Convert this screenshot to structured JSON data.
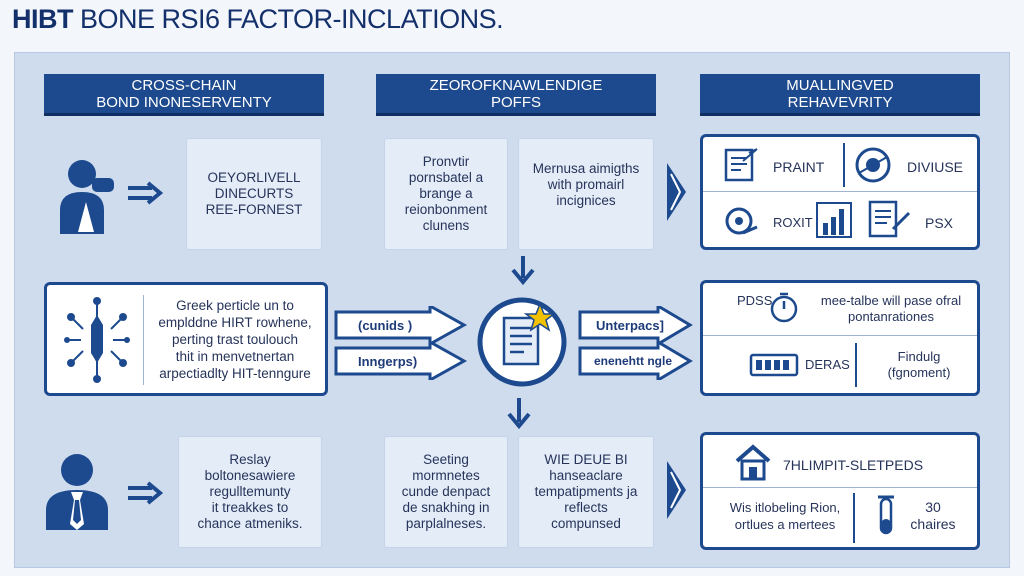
{
  "title": {
    "bold": "HIBT",
    "rest": " BONE RSI6 FACTOR-INCLATIONS."
  },
  "columns": [
    {
      "line1": "CROSS-CHAIN",
      "line2": "BOND INONESERVENTY"
    },
    {
      "line1": "ZEOROFKNAWLENDIGE",
      "line2": "POFFS"
    },
    {
      "line1": "MUALLINGVED",
      "line2": "REHAVEVRITY"
    }
  ],
  "row1": {
    "left_card": [
      "OEYORLIVELL",
      "DINECURTS",
      "REE-FORNEST"
    ],
    "mid_card_a": [
      "Pronvtir",
      "pornsbatel a",
      "brange a",
      "reionbonment",
      "clunens"
    ],
    "mid_card_b": [
      "Mernusa aimigths",
      "with promairl",
      "incignices"
    ],
    "right": {
      "item1": "PRAINT",
      "item2": "DIVIUSE",
      "item3": "ROXIT",
      "item4": "PSX"
    }
  },
  "row2": {
    "left_box": [
      "Greek perticle un to",
      "emplddne HIRT rowhene,",
      "perting trast toulouch",
      "thit in menvetnertan",
      "arpectiadlty HIT-tenngure"
    ],
    "arrow_labels_left": [
      "(cunids )",
      "Inngerps)"
    ],
    "arrow_labels_right": [
      "Unterpacs]",
      "enenehtt ngle"
    ],
    "right_box": {
      "top_prefix": "PDSS",
      "top_text_1": "mee-talbe will pase ofral",
      "top_text_2": "pontanrationes",
      "bottom_left": "DERAS",
      "bottom_right_1": "Findulg",
      "bottom_right_2": "(fgnoment)"
    }
  },
  "row3": {
    "left_card": [
      "Reslay",
      "boltonesawiere",
      "regulltemunty",
      "it treakkes to",
      "chance atmeniks."
    ],
    "mid_card_a": [
      "Seeting",
      "mormnetes",
      "cunde denpact",
      "de snakhing in",
      "parplalneses."
    ],
    "mid_card_b": [
      "WIE DEUE BI",
      "hanseaclare",
      "tempatipments ja",
      "reflects",
      "compunsed"
    ],
    "right_box": {
      "top_text": "7HLIMPIT-SLETPEDS",
      "bottom_text_1": "Wis itlobeling Rion,",
      "bottom_text_2": "ortlues a mertees",
      "count_1": "30",
      "count_2": "chaires"
    }
  },
  "colors": {
    "navy": "#1d4a8e",
    "panel": "#cfdcee",
    "card": "#e4ecf8",
    "accent": "#f2c200"
  }
}
